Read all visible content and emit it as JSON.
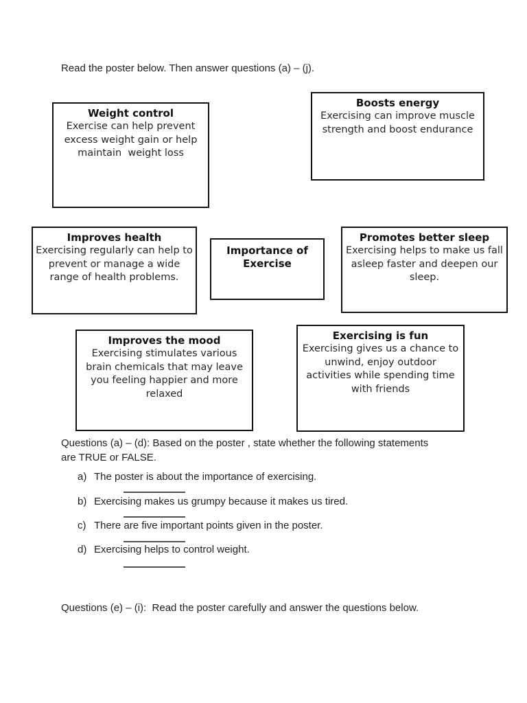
{
  "intro": "Read the poster below. Then answer questions (a) – (j).",
  "poster": {
    "center_title": "Importance of\nExercise",
    "boxes": [
      {
        "title": "Weight control",
        "body": "Exercise can help prevent\nexcess weight gain or help\nmaintain  weight loss"
      },
      {
        "title": "Boosts energy",
        "body": "Exercising can improve muscle\nstrength and boost endurance"
      },
      {
        "title": "Improves health",
        "body": "Exercising regularly can help to\nprevent or manage a wide\nrange of health problems."
      },
      {
        "title": "Promotes better sleep",
        "body": "Exercising helps to make us fall\nasleep faster and deepen our\nsleep."
      },
      {
        "title": "Improves the mood",
        "body": "Exercising stimulates various\nbrain chemicals that may leave\nyou feeling happier and more\nrelaxed"
      },
      {
        "title": "Exercising is fun",
        "body": "Exercising gives us a chance to\nunwind, enjoy outdoor\nactivities while spending time\nwith friends"
      }
    ]
  },
  "questions_ad": {
    "intro": "Questions (a) – (d): Based on the poster , state whether the following statements\nare TRUE or FALSE.",
    "items": [
      {
        "label": "a)",
        "text": "The poster is about the importance of exercising."
      },
      {
        "label": "b)",
        "text": "Exercising makes us grumpy because it makes us tired."
      },
      {
        "label": "c)",
        "text": "There are five important points given in the poster."
      },
      {
        "label": "d)",
        "text": "Exercising helps to control weight."
      }
    ]
  },
  "questions_ei": {
    "intro": "Questions (e) – (i):  Read the poster carefully and answer the questions below."
  }
}
